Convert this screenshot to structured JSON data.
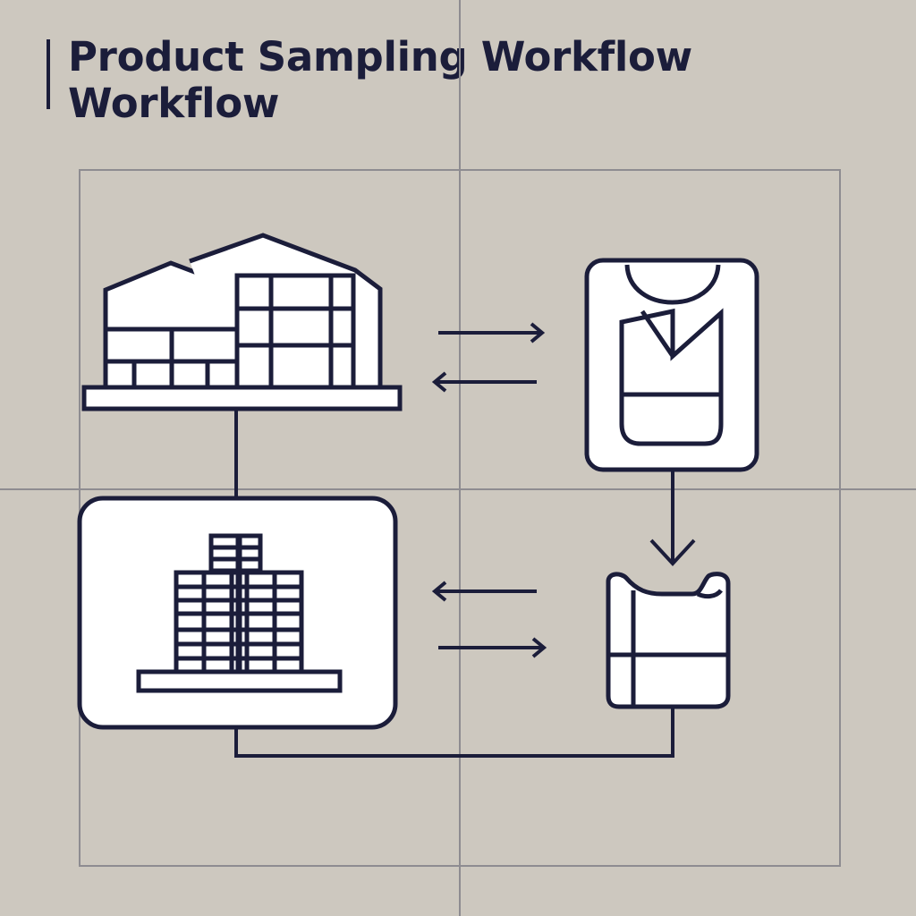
{
  "title": {
    "line1": "Product Sampling Workflow",
    "line2": "Workflow"
  },
  "colors": {
    "background": "#cdc8bf",
    "ink": "#1b1d3a",
    "grid": "#8e8c91",
    "panel": "#ffffff"
  },
  "nodes": [
    {
      "id": "factory",
      "icon": "factory-building-icon"
    },
    {
      "id": "garment-sample",
      "icon": "garment-shirt-icon"
    },
    {
      "id": "warehouse-stock",
      "icon": "stacked-boxes-building-icon"
    },
    {
      "id": "folded-sample",
      "icon": "folded-garment-icon"
    }
  ]
}
